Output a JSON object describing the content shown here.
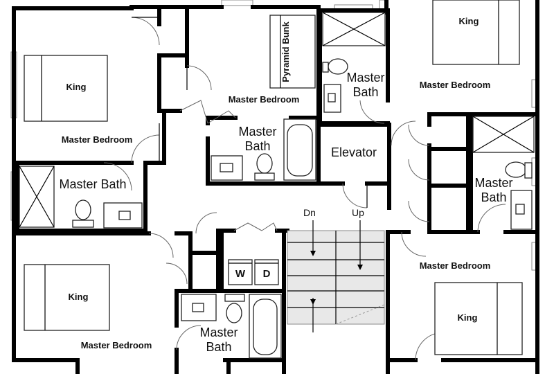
{
  "rooms": {
    "bedroom_nw": {
      "name": "Master Bedroom",
      "bed": "King"
    },
    "bedroom_n": {
      "name": "Master Bedroom",
      "bed": "Pyramid Bunk"
    },
    "bedroom_ne": {
      "name": "Master Bedroom",
      "bed": "King"
    },
    "bedroom_sw": {
      "name": "Master Bedroom",
      "bed": "King"
    },
    "bedroom_se": {
      "name": "Master Bedroom",
      "bed": "King"
    },
    "bath_w": {
      "line1": "Master Bath"
    },
    "bath_n": {
      "line1": "Master",
      "line2": "Bath"
    },
    "bath_center": {
      "line1": "Master",
      "line2": "Bath"
    },
    "bath_e": {
      "line1": "Master",
      "line2": "Bath"
    },
    "bath_s": {
      "line1": "Master",
      "line2": "Bath"
    },
    "elevator": {
      "name": "Elevator"
    },
    "laundry": {
      "washer": "W",
      "dryer": "D"
    }
  },
  "stairs": {
    "down": "Dn",
    "up": "Up"
  }
}
